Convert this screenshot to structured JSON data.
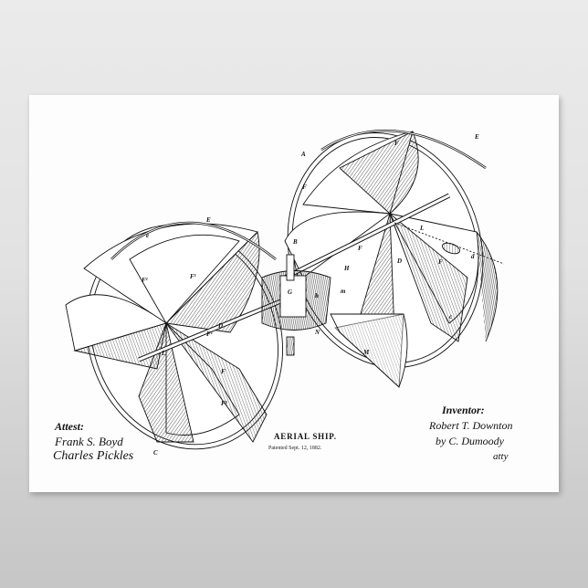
{
  "poster": {
    "title": "AERIAL SHIP.",
    "subtitle": "Patented Sept. 12, 1882.",
    "attest": {
      "label": "Attest:",
      "witnesses": [
        "Frank S. Boyd",
        "Charles Pickles"
      ]
    },
    "inventor": {
      "label": "Inventor:",
      "name": "Robert T. Downton",
      "by": "by C. Dumoody",
      "suffix": "atty"
    },
    "figure_labels": [
      "A",
      "E",
      "e",
      "F",
      "F1",
      "F2",
      "D",
      "d",
      "L",
      "J",
      "J1",
      "G",
      "H",
      "h",
      "m",
      "M",
      "N",
      "B",
      "C",
      "c"
    ]
  },
  "colors": {
    "background": "#e4e4e4",
    "paper": "#fdfdfd",
    "ink": "#111111"
  }
}
